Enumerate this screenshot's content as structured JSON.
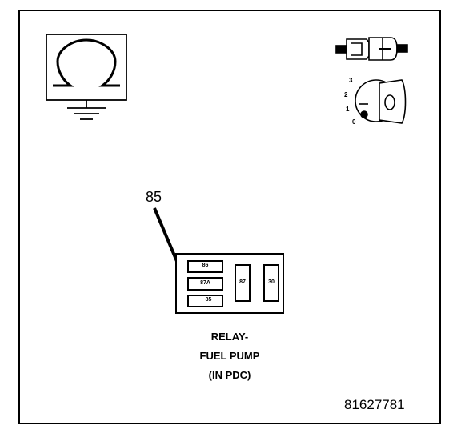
{
  "callout": {
    "label": "85"
  },
  "ignition": {
    "positions": [
      "3",
      "2",
      "1",
      "0"
    ]
  },
  "relay": {
    "terminals": [
      "86",
      "87A",
      "85",
      "87",
      "30"
    ],
    "caption": [
      "RELAY-",
      "FUEL PUMP",
      "(IN PDC)"
    ]
  },
  "figure_id": "81627781",
  "colors": {
    "line": "#000000",
    "background": "#ffffff"
  },
  "icons": [
    "ohmmeter-ground-icon",
    "connector-icon",
    "ignition-key-icon"
  ]
}
